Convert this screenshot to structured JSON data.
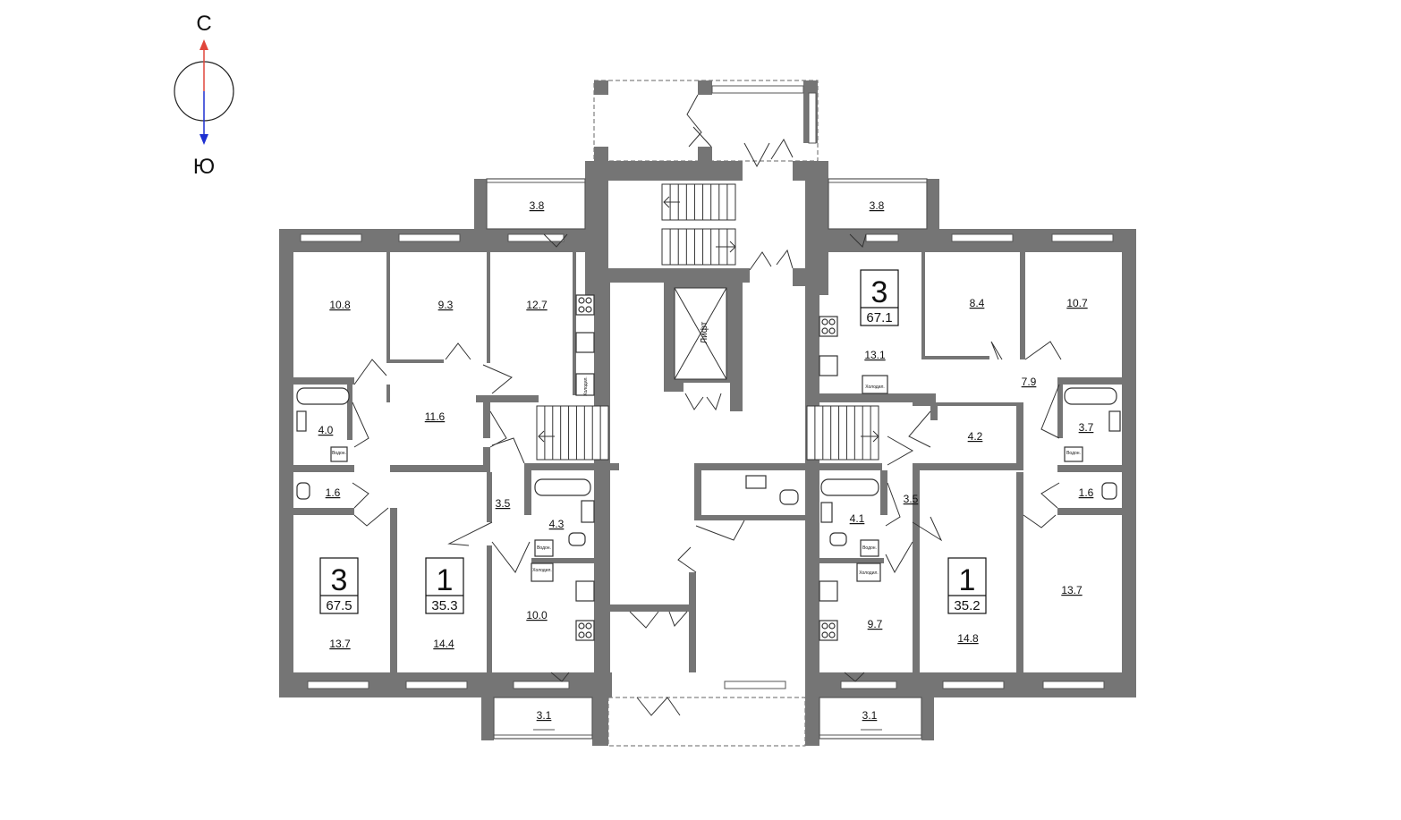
{
  "compass": {
    "north_label": "С",
    "south_label": "Ю",
    "north_color": "#e0463b",
    "south_color": "#1d2fd1"
  },
  "lift_label": "Лифт",
  "fixture_labels": {
    "fridge": "Холодил.",
    "boiler": "Водон."
  },
  "apartments": [
    {
      "id": "apt-left-top",
      "rooms": "3",
      "area": "67.5"
    },
    {
      "id": "apt-left-mid",
      "rooms": "1",
      "area": "35.3"
    },
    {
      "id": "apt-right-top",
      "rooms": "3",
      "area": "67.1"
    },
    {
      "id": "apt-right-mid",
      "rooms": "1",
      "area": "35.2"
    }
  ],
  "room_areas": {
    "balcony_tl": "3.8",
    "balcony_tr": "3.8",
    "balcony_bl": "3.1",
    "balcony_br": "3.1",
    "l_bed1": "10.8",
    "l_bed2": "9.3",
    "l_kitchen": "12.7",
    "l_hall": "11.6",
    "l_bath": "4.0",
    "l_wc": "1.6",
    "l_bed3": "13.7",
    "m1_room": "14.4",
    "m1_hall": "3.5",
    "m1_bath": "4.3",
    "m1_kitchen": "10.0",
    "r_kitchen": "13.1",
    "r_bed1": "8.4",
    "r_bed2": "10.7",
    "r_hall": "7.9",
    "r_closet": "4.2",
    "r_bath": "3.7",
    "r_wc": "1.6",
    "r_bed3": "13.7",
    "m2_bath": "4.1",
    "m2_hall": "3.5",
    "m2_kitchen": "9.7",
    "m2_room": "14.8"
  }
}
